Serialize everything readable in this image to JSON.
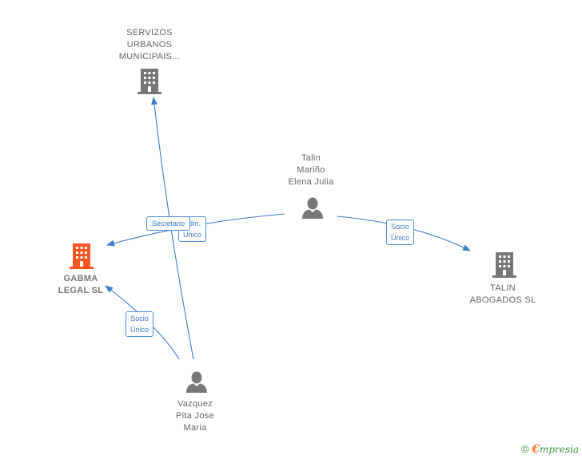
{
  "nodes": {
    "servizos": {
      "label": "SERVIZOS\nURBANOS\nMUNICIPAIS...",
      "icon": "building-icon",
      "color": "#777777"
    },
    "gabma": {
      "label": "GABMA\nLEGAL  SL",
      "icon": "building-icon",
      "color": "#ff5722"
    },
    "talin_abogados": {
      "label": "TALIN\nABOGADOS SL",
      "icon": "building-icon",
      "color": "#777777"
    },
    "talin_person": {
      "label": "Talin\nMariño\nElena Julia",
      "icon": "person-icon",
      "color": "#777777"
    },
    "vazquez": {
      "label": "Vazquez\nPita Jose\nMaria",
      "icon": "person-icon",
      "color": "#777777"
    }
  },
  "edges": {
    "talin_gabma": {
      "label": "Adm.\nUnico"
    },
    "vazquez_servizos": {
      "label": "Secretario"
    },
    "talin_talin": {
      "label": "Socio\nÚnico"
    },
    "vazquez_gabma": {
      "label": "Socio\nÚnico"
    }
  },
  "edge_color": "#3a7fce",
  "footer": {
    "copyright": "©",
    "brand_e": "€",
    "brand_rest": "mpresia"
  }
}
